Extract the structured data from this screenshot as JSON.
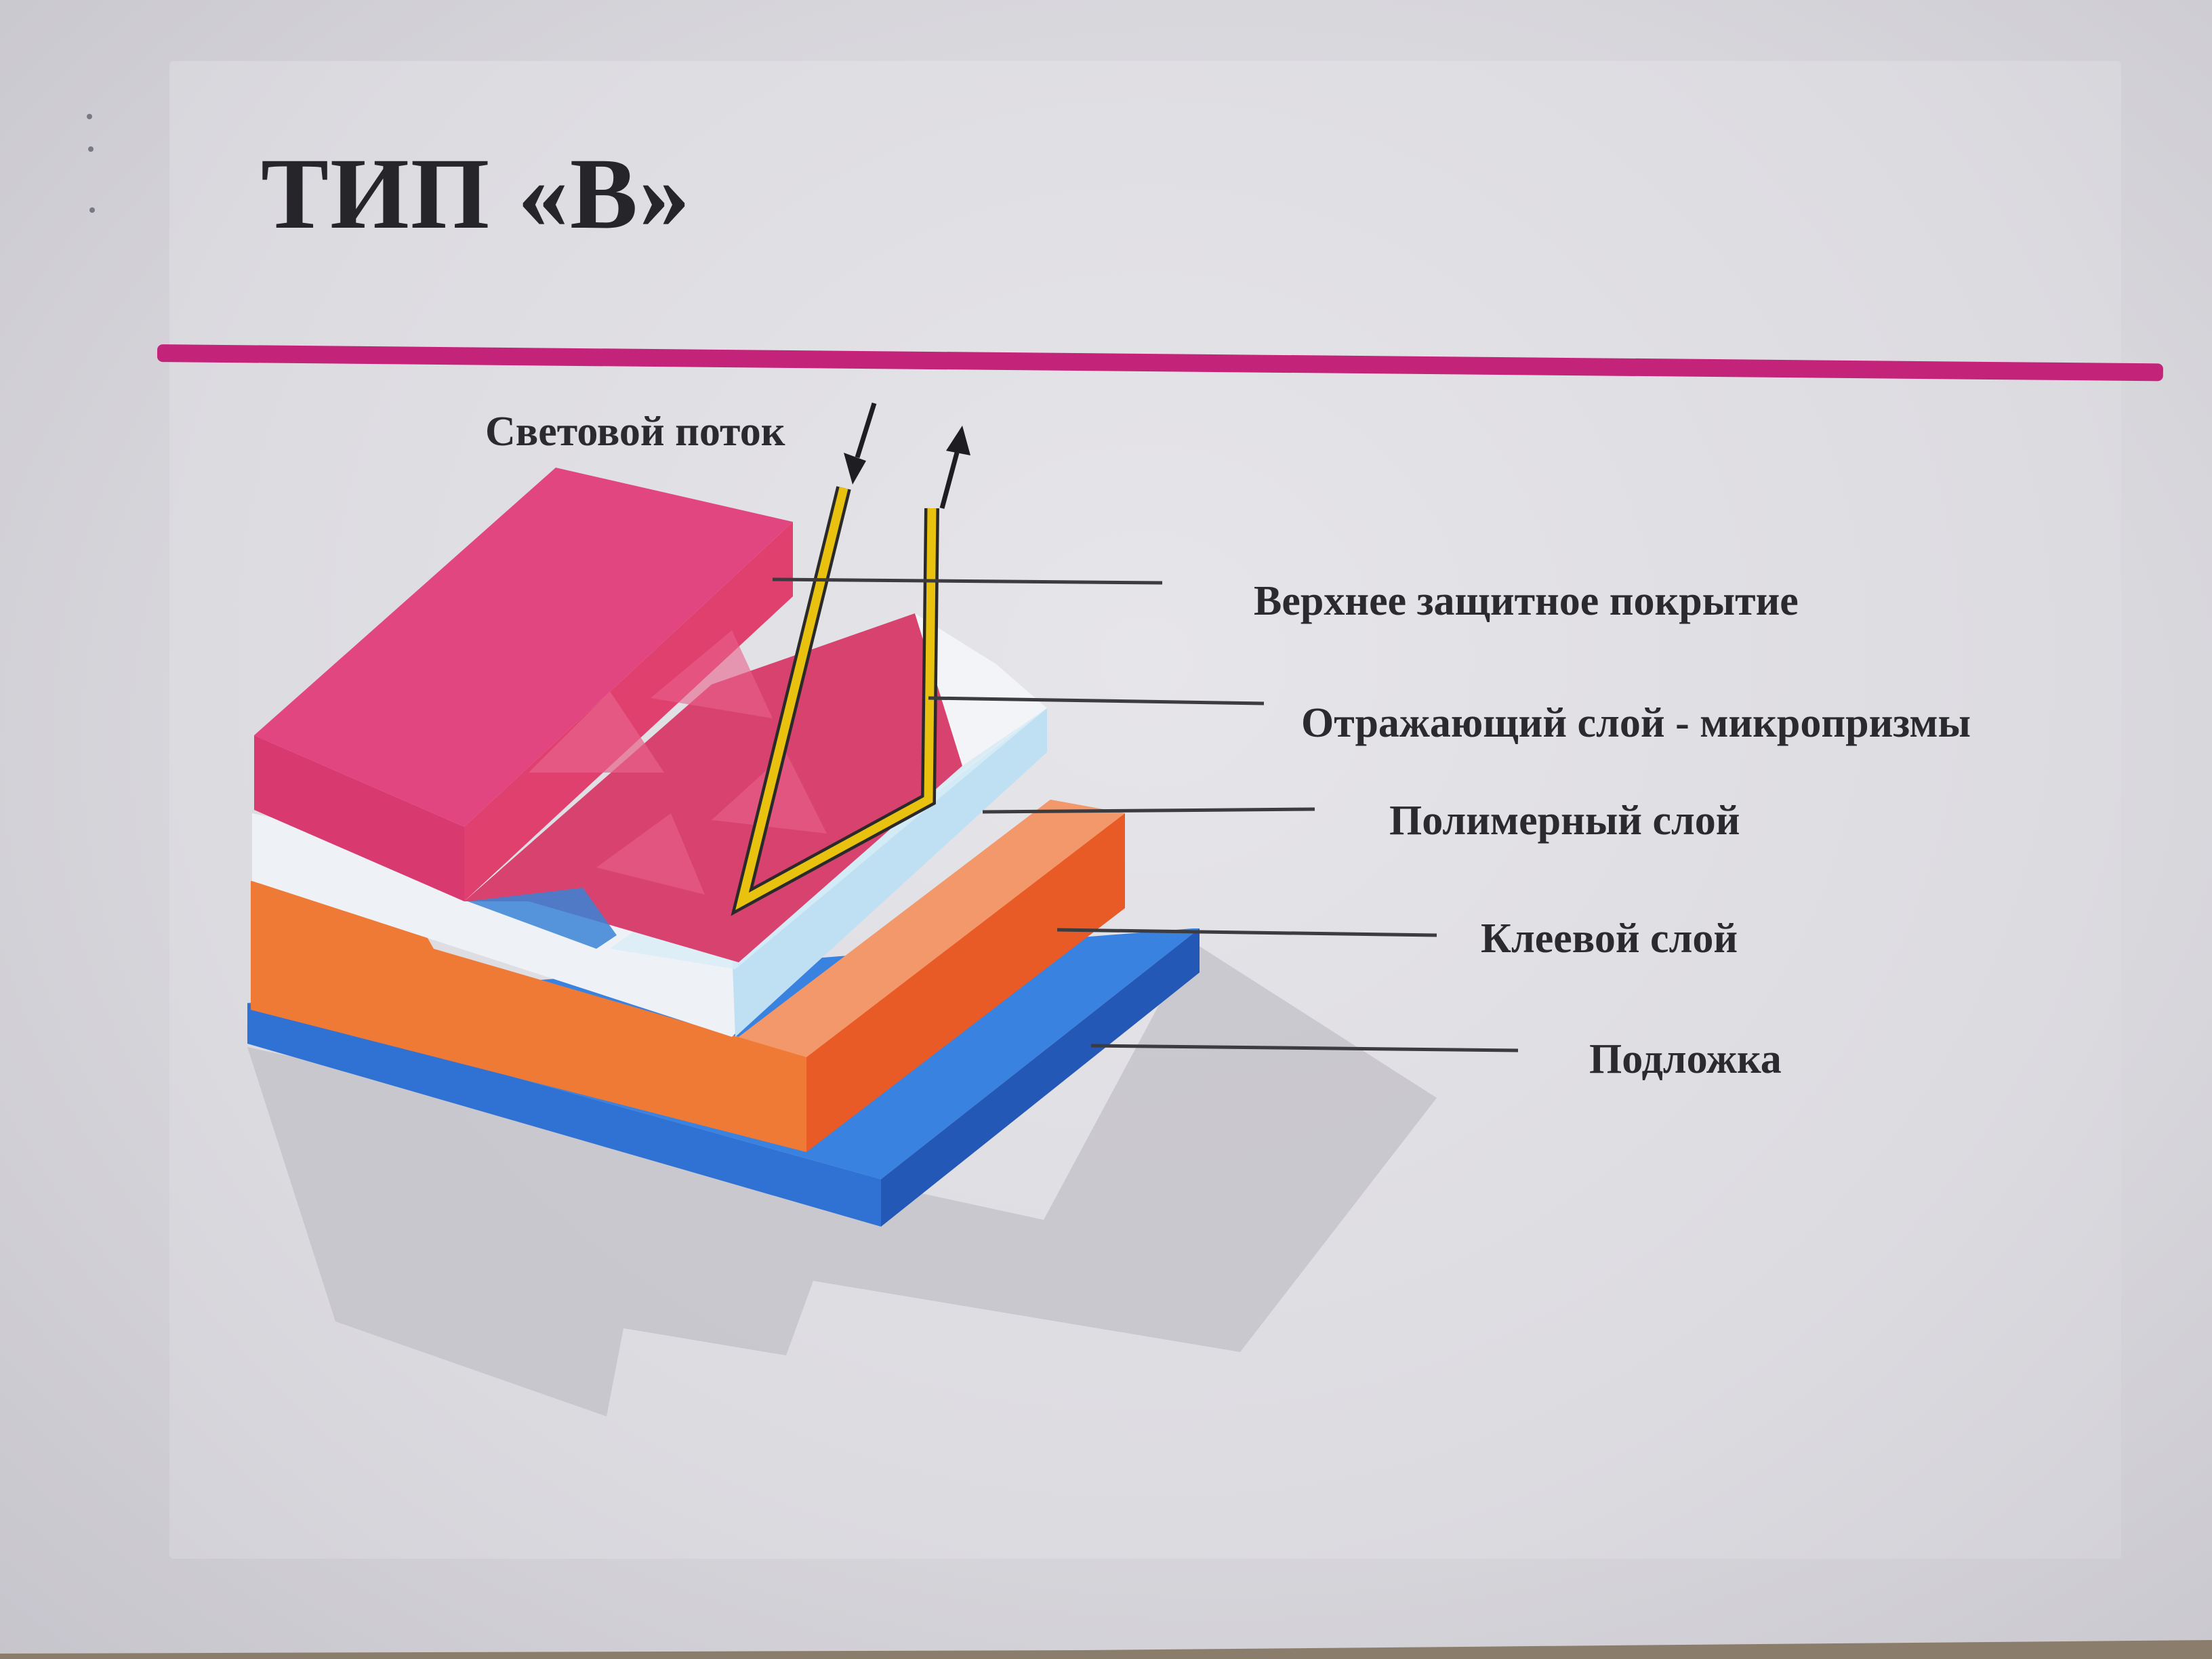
{
  "title": "ТИП «В»",
  "light_label": "Световой поток",
  "layers": [
    {
      "label": "Верхнее защитное покрытие",
      "color": "#e2457f"
    },
    {
      "label": "Отражающий слой - микропризмы",
      "color": "#d83a6c"
    },
    {
      "label": "Полимерный слой",
      "color": "#eef3f8"
    },
    {
      "label": "Клеевой слой",
      "color": "#ef7a3a"
    },
    {
      "label": "Подложка",
      "color": "#2e73d6"
    }
  ],
  "colors": {
    "accent_rule": "#c4237a",
    "light_ray": "#e8c20e",
    "leader_line": "#3b3b40"
  }
}
